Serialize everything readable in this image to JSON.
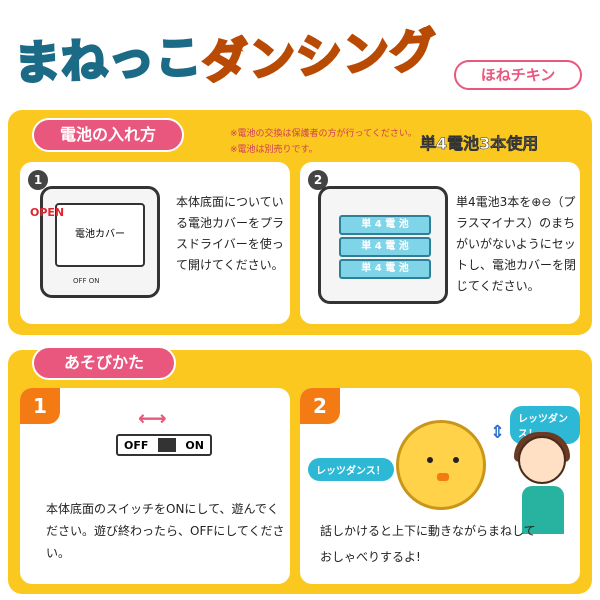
{
  "header": {
    "title_part1": "まねっこ",
    "title_part2": "ダンシング",
    "brand": "ほねチキン"
  },
  "battery_section": {
    "heading": "電池の入れ方",
    "note1": "※電池の交換は保護者の方が行ってください。",
    "note2": "※電池は別売りです。",
    "usage": "単4電池3本使用",
    "step1": {
      "number": "1",
      "open_label": "OPEN",
      "cover_label": "電池カバー",
      "switch_label": "OFF ON",
      "text": "本体底面についている電池カバーをプラスドライバーを使って開けてください。"
    },
    "step2": {
      "number": "2",
      "battery_label": "単 4 電 池",
      "text": "単4電池3本を⊕⊖（プラスマイナス）のまちがいがないようにセットし、電池カバーを閉じてください。"
    }
  },
  "play_section": {
    "heading": "あそびかた",
    "step1": {
      "number": "1",
      "switch_off": "OFF",
      "switch_on": "ON",
      "text": "本体底面のスイッチをONにして、遊んでください。遊び終わったら、OFFにしてください。"
    },
    "step2": {
      "number": "2",
      "bubble1": "レッツダンス！",
      "bubble2": "レッツダンス！",
      "text": "話しかけると上下に動きながらまねしておしゃべりするよ!"
    }
  }
}
